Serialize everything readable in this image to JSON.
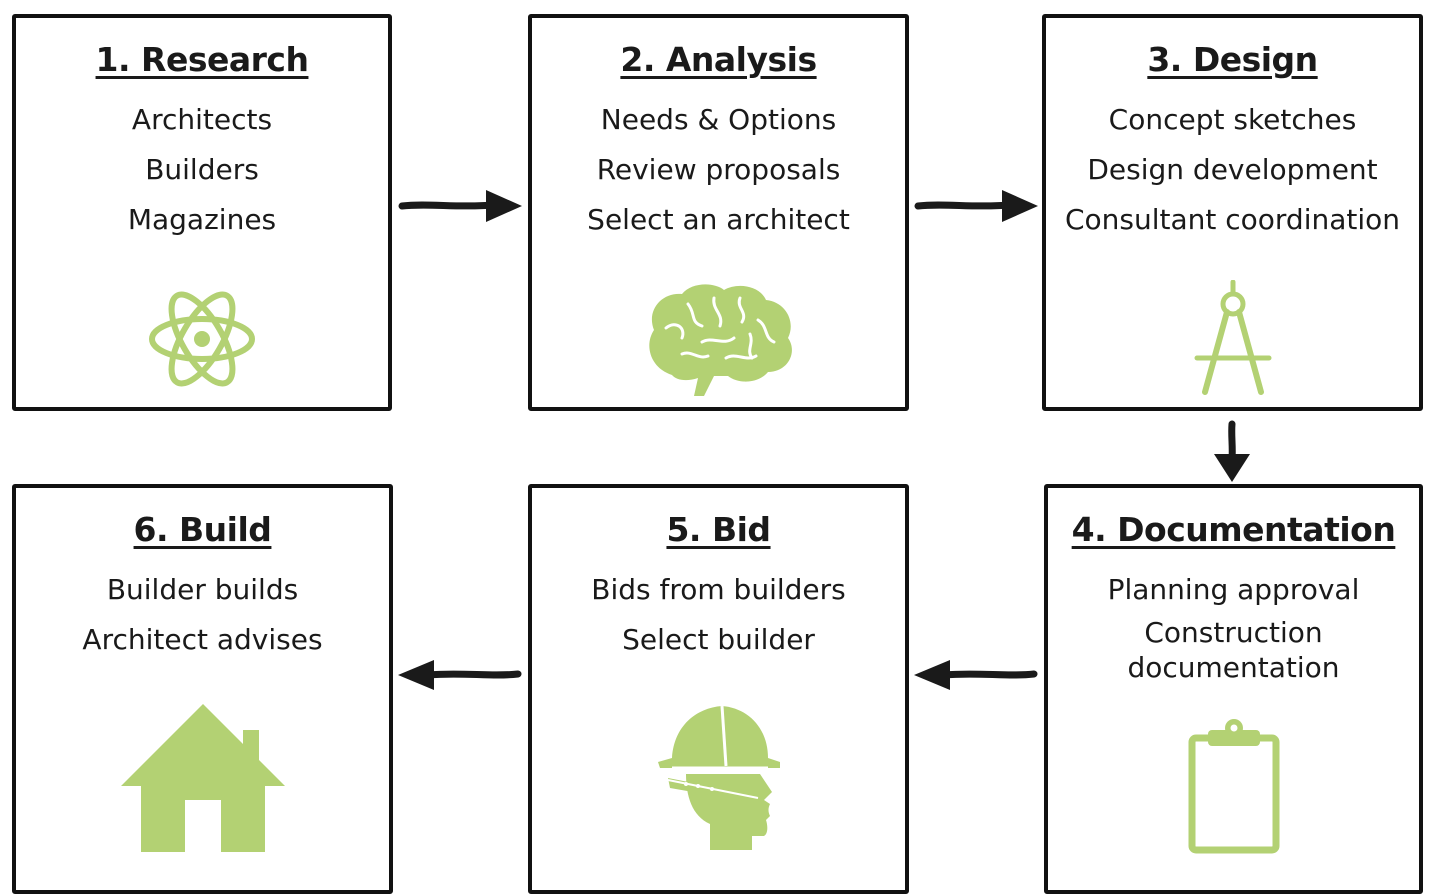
{
  "steps": [
    {
      "title": "1. Research",
      "lines": [
        "Architects",
        "Builders",
        "Magazines"
      ],
      "icon": "atom-icon"
    },
    {
      "title": "2. Analysis",
      "lines": [
        "Needs & Options",
        "Review proposals",
        "Select an architect"
      ],
      "icon": "brain-icon"
    },
    {
      "title": "3. Design",
      "lines": [
        "Concept sketches",
        "Design development",
        "Consultant coordination"
      ],
      "icon": "compass-icon"
    },
    {
      "title": "4. Documentation",
      "lines": [
        "Planning approval",
        "Construction documentation"
      ],
      "icon": "clipboard-icon"
    },
    {
      "title": "5. Bid",
      "lines": [
        "Bids from builders",
        "Select builder"
      ],
      "icon": "hardhat-head-icon"
    },
    {
      "title": "6. Build",
      "lines": [
        "Builder builds",
        "Architect advises"
      ],
      "icon": "house-icon"
    }
  ],
  "colors": {
    "icon": "#b3d173",
    "border": "#111111",
    "arrow": "#1a1a1a"
  }
}
